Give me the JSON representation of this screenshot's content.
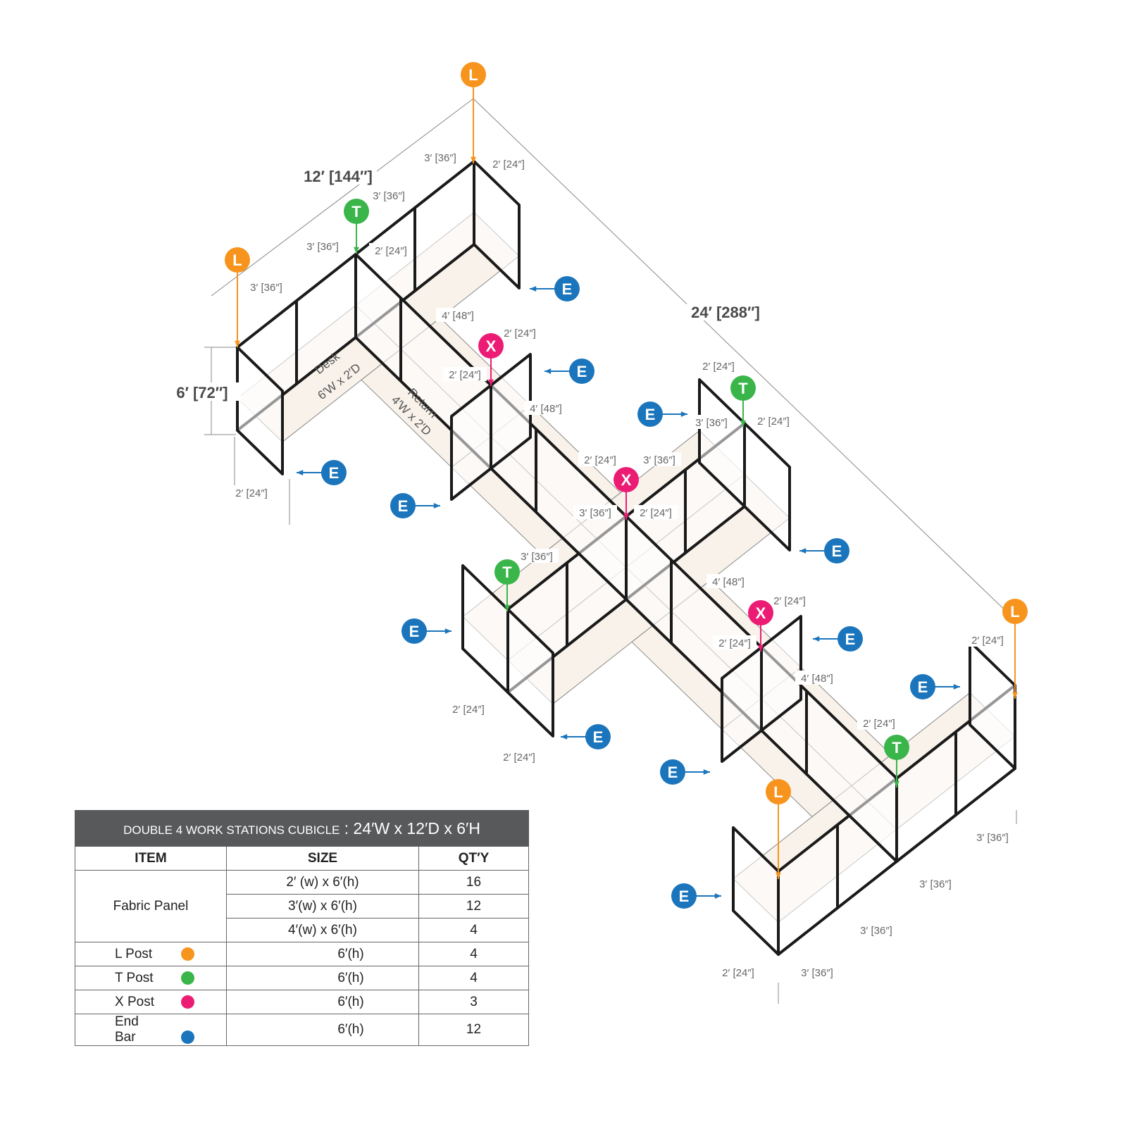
{
  "colors": {
    "l_post": "#f7941d",
    "t_post": "#3ab54a",
    "x_post": "#ec1c74",
    "end_bar": "#1b75bc",
    "desk": "#f8f2ea",
    "panel_frame": "#1a1a1a",
    "header": "#58595b"
  },
  "dimensions": [
    "3′ [36″]",
    "2′ [24″]",
    "12′ [144″]",
    "3′ [36″]",
    "3′ [36″]",
    "2′ [24″]",
    "3′ [36″]",
    "4′ [48″]",
    "24′ [288″]",
    "2′ [24″]",
    "2′ [24″]",
    "6′ [72″]",
    "2′ [24″]",
    "4′ [48″]",
    "3′ [36″]",
    "2′ [24″]",
    "2′ [24″]",
    "3′ [36″]",
    "2′ [24″]",
    "3′ [36″]",
    "2′ [24″]",
    "3′ [36″]",
    "4′ [48″]",
    "2′ [24″]",
    "2′ [24″]",
    "2′ [24″]",
    "4′ [48″]",
    "2′ [24″]",
    "2′ [24″]",
    "2′ [24″]",
    "3′ [36″]",
    "3′ [36″]",
    "3′ [36″]",
    "2′ [24″]",
    "3′ [36″]"
  ],
  "desk_labels": {
    "desk": "Desk",
    "desk_size": "6′W x 2′D",
    "return": "Return",
    "return_size": "4′W x 2′D"
  },
  "markers": {
    "l_letter": "L",
    "t_letter": "T",
    "x_letter": "X",
    "e_letter": "E"
  },
  "table": {
    "title_small": "DOUBLE 4 WORK STATIONS  CUBICLE",
    "title_sep": " : ",
    "title_big": "24′W x 12′D x 6′H",
    "headers": [
      "ITEM",
      "SIZE",
      "QT′Y"
    ],
    "fabric_panel": {
      "item": "Fabric Panel",
      "rows": [
        {
          "size": "2′ (w) x 6′(h)",
          "qty": "16"
        },
        {
          "size": "3′(w) x 6′(h)",
          "qty": "12"
        },
        {
          "size": "4′(w) x 6′(h)",
          "qty": "4"
        }
      ]
    },
    "posts": [
      {
        "item": "L Post",
        "size": "6′(h)",
        "qty": "4"
      },
      {
        "item": "T Post",
        "size": "6′(h)",
        "qty": "4"
      },
      {
        "item": "X Post",
        "size": "6′(h)",
        "qty": "3"
      },
      {
        "item": "End Bar",
        "size": "6′(h)",
        "qty": "12"
      }
    ]
  }
}
